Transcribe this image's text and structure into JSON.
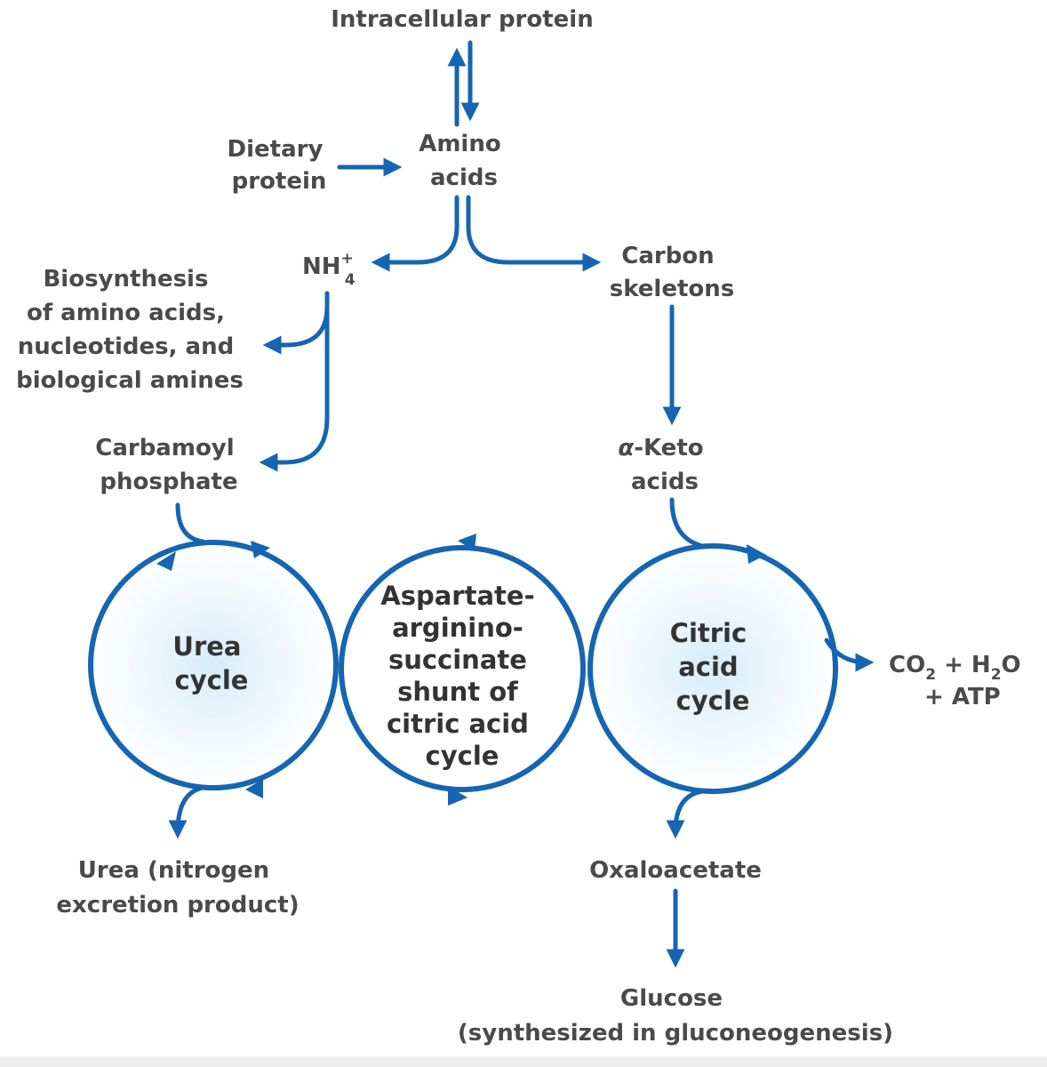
{
  "colors": {
    "stroke": "#1565b2",
    "text": "#4a4a4a",
    "cycle_text": "#333333",
    "glow": "#d7ecfa"
  },
  "labels": {
    "intracellular_protein": "Intracellular protein",
    "dietary_protein": [
      "Dietary",
      "protein"
    ],
    "amino_acids": [
      "Amino",
      "acids"
    ],
    "nh4": {
      "base": "NH",
      "sup": "+",
      "sub": "4"
    },
    "carbon_skeletons": [
      "Carbon",
      "skeletons"
    ],
    "biosynthesis": [
      "Biosynthesis",
      "of amino acids,",
      "nucleotides, and",
      "biological amines"
    ],
    "carbamoyl_phosphate": [
      "Carbamoyl",
      "phosphate"
    ],
    "alpha_keto_acids": {
      "prefix": "α",
      "rest": "-Keto",
      "line2": "acids"
    },
    "urea_cycle": [
      "Urea",
      "cycle"
    ],
    "shunt": [
      "Aspartate-",
      "arginino-",
      "succinate",
      "shunt of",
      "citric acid",
      "cycle"
    ],
    "citric_acid_cycle": [
      "Citric",
      "acid",
      "cycle"
    ],
    "co2_h2o_atp": {
      "co": "CO",
      "co_sub": "2",
      "plus_h": " + H",
      "h_sub": "2",
      "o": "O",
      "line2": "+ ATP"
    },
    "urea_product": [
      "Urea (nitrogen",
      "excretion product)"
    ],
    "oxaloacetate": "Oxaloacetate",
    "glucose": [
      "Glucose",
      "(synthesized in gluconeogenesis)"
    ]
  }
}
